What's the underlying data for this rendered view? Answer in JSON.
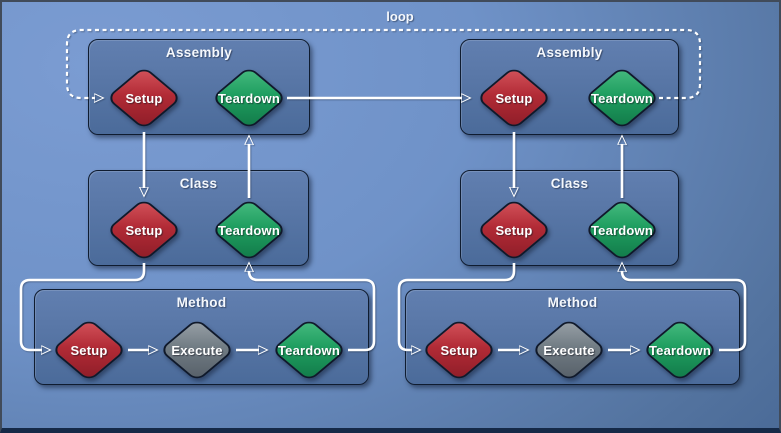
{
  "loop_label": "loop",
  "groups": {
    "assembly_left": {
      "title": "Assembly",
      "setup_label": "Setup",
      "teardown_label": "Teardown"
    },
    "assembly_right": {
      "title": "Assembly",
      "setup_label": "Setup",
      "teardown_label": "Teardown"
    },
    "class_left": {
      "title": "Class",
      "setup_label": "Setup",
      "teardown_label": "Teardown"
    },
    "class_right": {
      "title": "Class",
      "setup_label": "Setup",
      "teardown_label": "Teardown"
    },
    "method_left": {
      "title": "Method",
      "setup_label": "Setup",
      "execute_label": "Execute",
      "teardown_label": "Teardown"
    },
    "method_right": {
      "title": "Method",
      "setup_label": "Setup",
      "execute_label": "Execute",
      "teardown_label": "Teardown"
    }
  },
  "colors": {
    "setup_red": "#b22b36",
    "teardown_green": "#1f9e60",
    "execute_gray": "#717c84",
    "background_light": "#7b9cd2",
    "background_dark": "#3a5a88",
    "arrow": "#ffffff"
  }
}
